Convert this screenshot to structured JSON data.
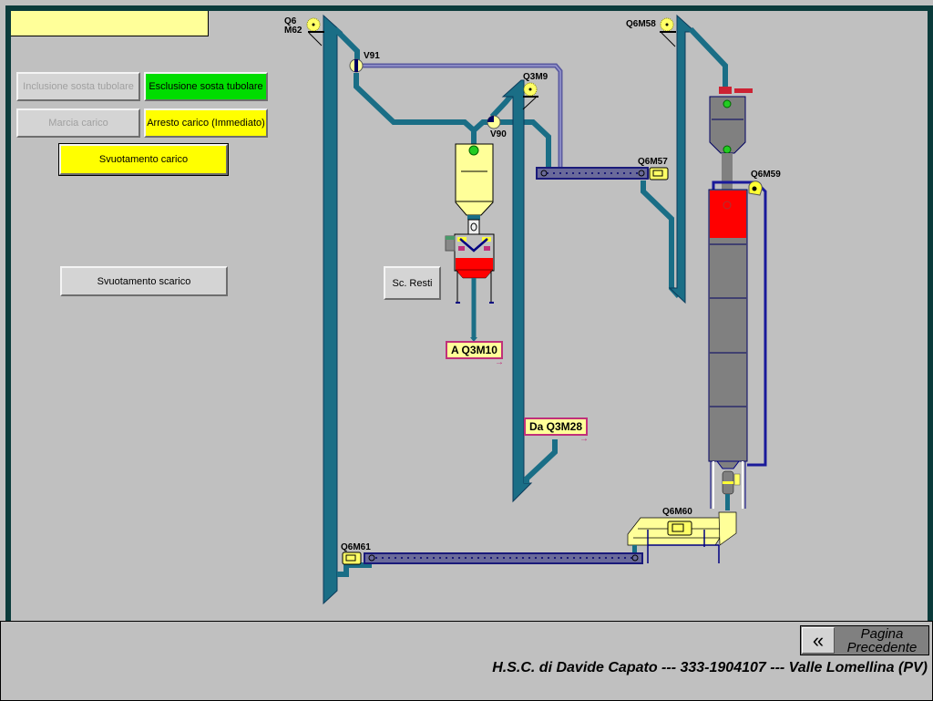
{
  "header": {
    "title_field": ""
  },
  "controls": {
    "inclusione_sosta": "Inclusione sosta tubolare",
    "esclusione_sosta": "Esclusione sosta tubolare",
    "marcia_carico": "Marcia carico",
    "arresto_carico": "Arresto carico (Immediato)",
    "svuotamento_carico": "Svuotamento carico",
    "svuotamento_scarico": "Svuotamento scarico",
    "sc_resti": "Sc. Resti"
  },
  "labels": {
    "q6m62_line1": "Q6",
    "q6m62_line2": "M62",
    "v91": "V91",
    "q3m9": "Q3M9",
    "v90": "V90",
    "q6m58": "Q6M58",
    "q6m57": "Q6M57",
    "q6m59": "Q6M59",
    "q6m60": "Q6M60",
    "q6m61": "Q6M61"
  },
  "destinations": {
    "to": "A Q3M10",
    "from": "Da Q3M28"
  },
  "footer": {
    "back_button_icon": "«",
    "back_line1": "Pagina",
    "back_line2": "Precedente",
    "credits": "H.S.C. di Davide Capato --- 333-1904107 --- Valle Lomellina (PV)"
  },
  "colors": {
    "pipe": "#1a6e86",
    "pipe_dark": "#0b3b5b",
    "conveyor": "#5a5aa0",
    "machine_grey": "#808080",
    "alarm_red": "#ff0000",
    "active_green": "#00dd00",
    "hopper_yellow": "#ffff99",
    "frame": "#0b3b3b"
  }
}
